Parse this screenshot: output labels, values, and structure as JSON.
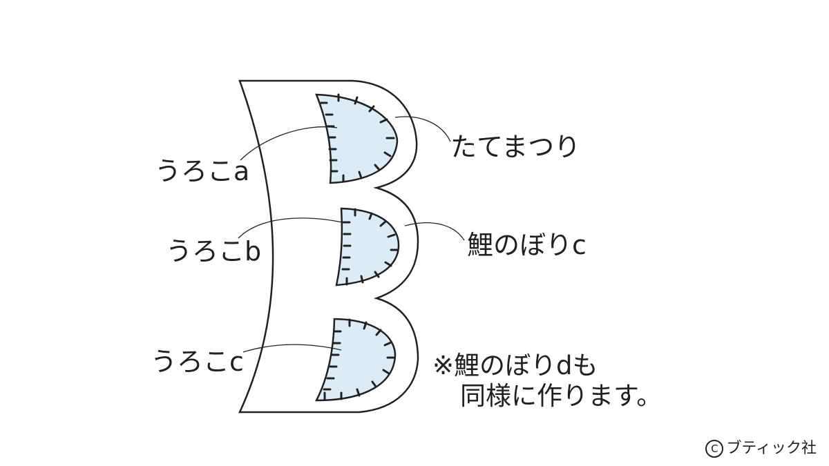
{
  "labels": {
    "scale_a": "うろこa",
    "scale_b": "うろこb",
    "scale_c": "うろこc",
    "stitch": "たてまつり",
    "koinobori_c": "鯉のぼりc"
  },
  "note": {
    "line1": "※鯉のぼりdも",
    "line2": "同様に作ります。"
  },
  "credit": {
    "symbol": "C",
    "text": "ブティック社"
  },
  "colors": {
    "outline": "#231f20",
    "scale_fill": "#dcecf7",
    "background": "#ffffff"
  }
}
